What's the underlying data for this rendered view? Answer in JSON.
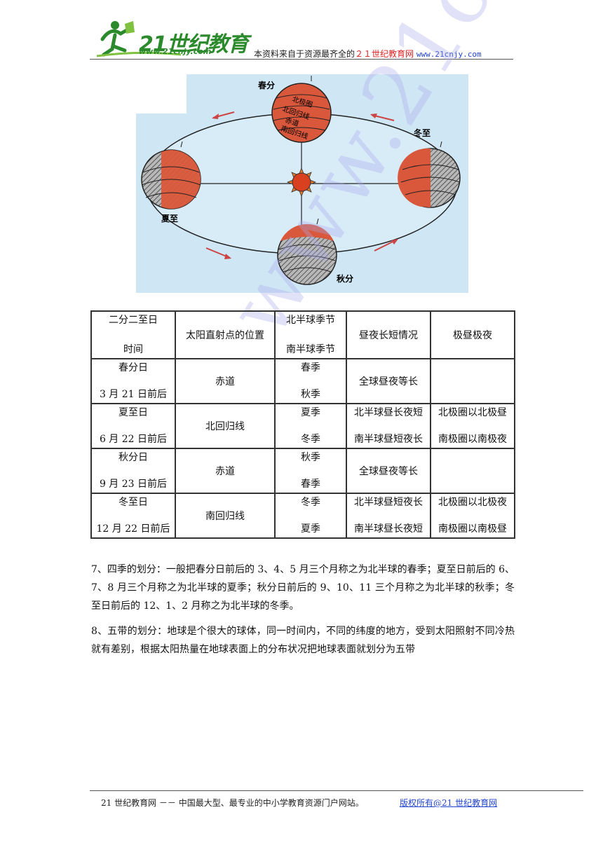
{
  "header": {
    "logo_text": "21世纪教育",
    "logo_url": "www.21cnjy.com",
    "note_prefix": "本资料来自于资源最齐全的",
    "note_site": "２１世纪教育网",
    "note_url": "www.21cnjy.com"
  },
  "figure": {
    "labels": {
      "spring": "春分",
      "summer": "夏至",
      "autumn": "秋分",
      "winter": "冬至",
      "arctic_circle": "北极圈",
      "tropic_cancer": "北回归线",
      "equator": "赤道",
      "tropic_capricorn": "南回归线"
    },
    "colors": {
      "ocean": "#cfe6f4",
      "sun": "#d9401f",
      "lit": "#d9573a",
      "dark": "#8a8a8a"
    }
  },
  "table": {
    "headers": {
      "c1_top": "二分二至日",
      "c1_bottom": "时间",
      "c2": "太阳直射点的位置",
      "c3_top": "北半球季节",
      "c3_bottom": "南半球季节",
      "c4": "昼夜长短情况",
      "c5": "极昼极夜"
    },
    "rows": [
      {
        "name": "春分日",
        "date": "3 月 21 日前后",
        "position": "赤道",
        "north": "春季",
        "south": "秋季",
        "day_top": "全球昼夜等长",
        "day_bottom": "",
        "polar_top": "",
        "polar_bottom": ""
      },
      {
        "name": "夏至日",
        "date": "6 月 22 日前后",
        "position": "北回归线",
        "north": "夏季",
        "south": "冬季",
        "day_top": "北半球昼长夜短",
        "day_bottom": "南半球昼短夜长",
        "polar_top": "北极圈以北极昼",
        "polar_bottom": "南极圈以南极夜"
      },
      {
        "name": "秋分日",
        "date": "9 月 23 日前后",
        "position": "赤道",
        "north": "秋季",
        "south": "春季",
        "day_top": "全球昼夜等长",
        "day_bottom": "",
        "polar_top": "",
        "polar_bottom": ""
      },
      {
        "name": "冬至日",
        "date": "12 月 22 日前后",
        "position": "南回归线",
        "north": "冬季",
        "south": "夏季",
        "day_top": "北半球昼短夜长",
        "day_bottom": "南半球昼长夜短",
        "polar_top": "北极圈以北极夜",
        "polar_bottom": "南极圈以南极昼"
      }
    ]
  },
  "paragraphs": {
    "p7": "7、四季的划分：一般把春分日前后的 3、4、5 月三个月称之为北半球的春季；夏至日前后的 6、7、8 月三个月称之为北半球的夏季；秋分日前后的 9、10、11 三个月称之为北半球的秋季；冬至日前后的 12、1、2 月称之为北半球的冬季。",
    "p8": "8、五带的划分：地球是个很大的球体，同一时间内，不同的纬度的地方，受到太阳照射不同冷热就有差别，根据太阳热量在地球表面上的分布状况把地球表面就划分为五带"
  },
  "watermark": "www.21cnjy.com",
  "footer": {
    "left": "21 世纪教育网 －－ 中国最大型、最专业的中小学教育资源门户网站。",
    "right": "版权所有@21 世纪教育网"
  }
}
